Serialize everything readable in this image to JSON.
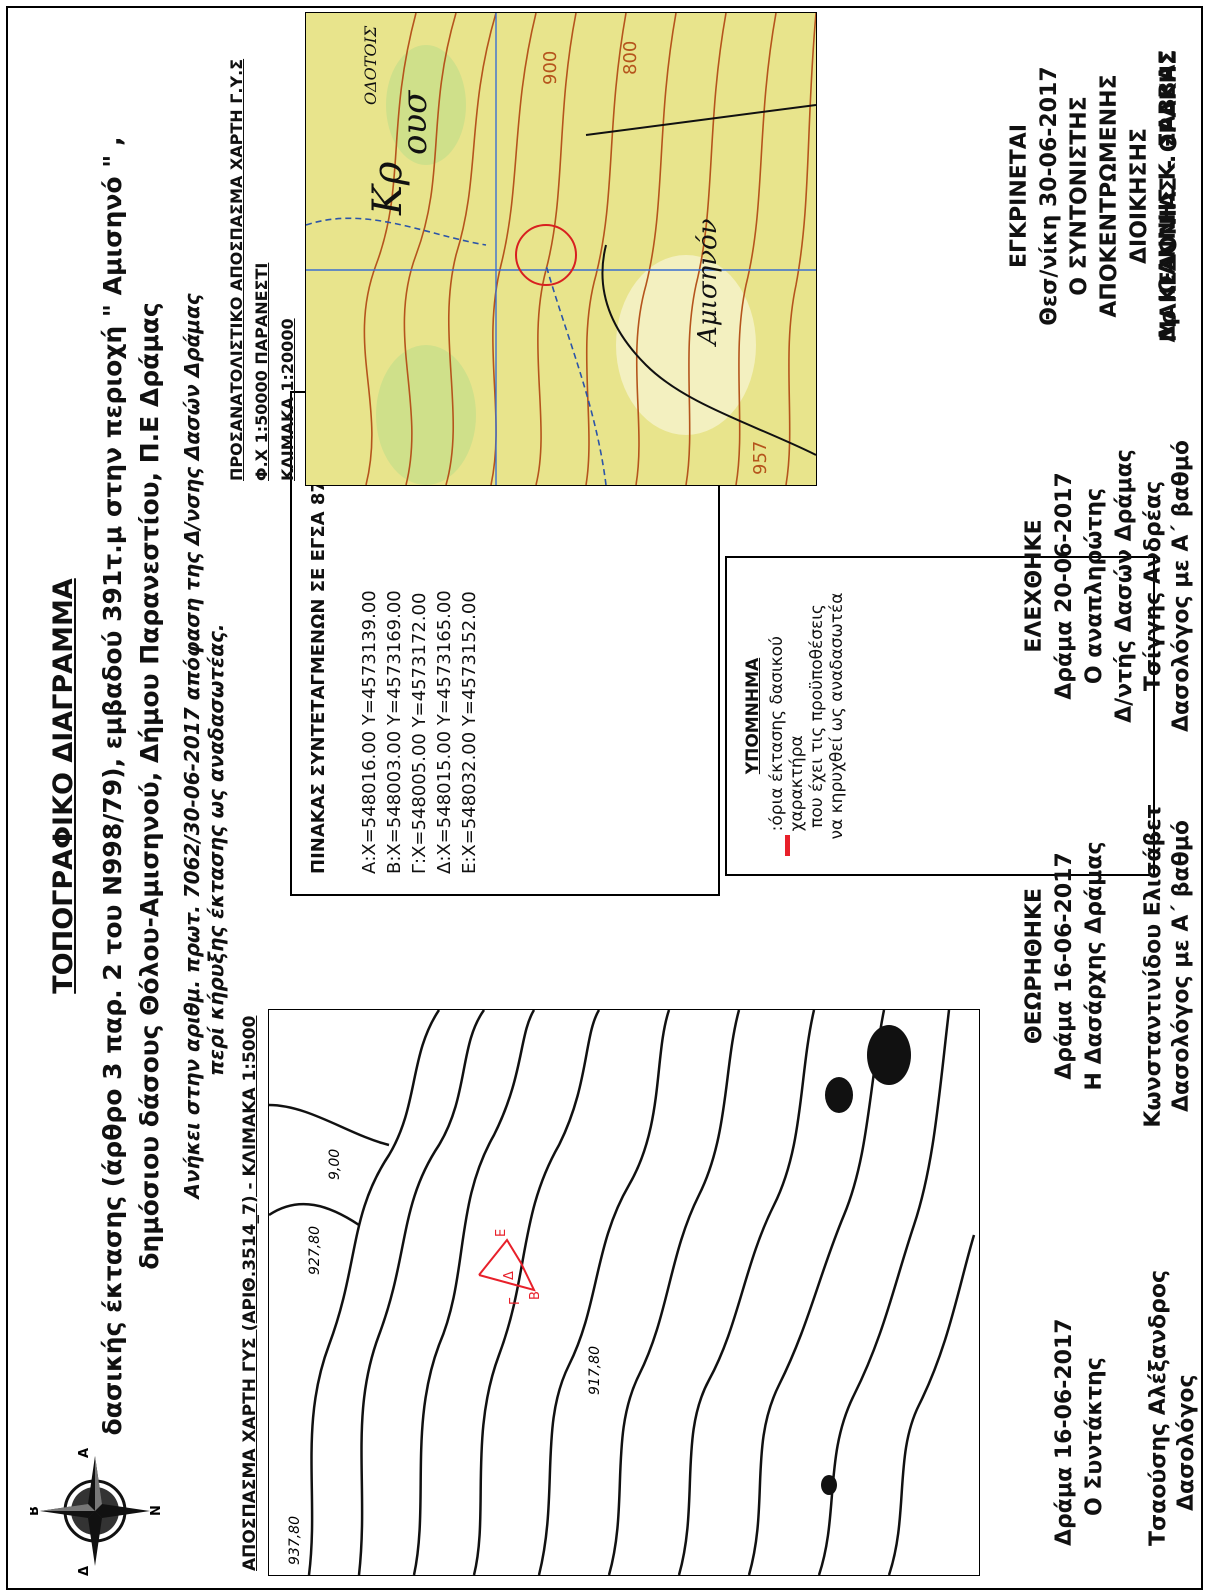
{
  "header": {
    "title": "ΤΟΠΟΓΡΑΦΙΚΟ ΔΙΑΓΡΑΜΜΑ",
    "line1": "δασικής έκτασης  (άρθρο 3 παρ. 2 του Ν998/79),  εμβαδού 391τ.μ στην περιοχή \" Αμισηνό \" ,",
    "line2": "δημόσιου δάσους Θόλου-Αμισηνού, Δήμου Παρανεστίου, Π.Ε Δράμας",
    "note1": "Ανήκει στην αριθμ. πρωτ. 7062/30-06-2017 απόφαση της Δ/νσης Δασών Δράμας",
    "note2": "περί κήρυξης έκτασης ως αναδασωτέας."
  },
  "compass": {
    "n": "Β",
    "e": "Α",
    "s": "Ν",
    "w": "Δ"
  },
  "left_map": {
    "caption": "ΑΠΟΣΠΑΣΜΑ ΧΑΡΤΗ ΓΥΣ  (ΑΡΙΘ.3514_7) - ΚΛΙΜΑΚΑ  1:5000",
    "labels": [
      "937,80",
      "927,80",
      "9,00",
      "917,80"
    ],
    "points": [
      "Β",
      "Γ",
      "Δ",
      "Ε"
    ]
  },
  "coords_table": {
    "title": "ΠΙΝΑΚΑΣ ΣΥΝΤΕΤΑΓΜΕΝΩΝ ΣΕ ΕΓΣΑ 87",
    "rows": [
      "Α:Χ=548016.00  Υ=4573139.00",
      "Β:Χ=548003.00  Υ=4573169.00",
      "Γ:Χ=548005.00  Υ=4573172.00",
      "Δ:Χ=548015.00  Υ=4573165.00",
      "Ε:Χ=548032.00  Υ=4573152.00"
    ]
  },
  "legend": {
    "title": "ΥΠΟΜΝΗΜΑ",
    "line1": ":όρια έκτασης δασικού χαρακτήρα",
    "line2": "που έχει τις προϋποθέσεις",
    "line3": "να κηρυχθεί ως αναδασωτέα",
    "color": "#e8202a"
  },
  "right_map": {
    "caption1": "ΠΡΟΣΑΝΑΤΟΛΙΣΤΙΚΟ ΑΠΟΣΠΑΣΜΑ ΧΑΡΤΗ Γ.Υ.Σ",
    "caption2": "Φ.Χ 1:50000 ΠΑΡΑΝΕΣΤΙ",
    "caption3": "ΚΛΙΜΑΚΑ 1:20000",
    "labels": [
      "Κρ",
      "ουσ",
      "ΟΔΟΤΟΙΣ",
      "Αμισηνόν",
      "957",
      "900",
      "800"
    ]
  },
  "signatures": {
    "s1_a": "Δράμα    16-06-2017",
    "s1_b": "Ο Συντάκτης",
    "s1_c": "Τσαούσης Αλέξανδρος",
    "s1_d": "Δασολόγος",
    "s2_head": "ΘΕΩΡΗΘΗΚΕ",
    "s2_a": "Δράμα    16-06-2017",
    "s2_b": "Η Δασάρχης Δράμας",
    "s2_c": "Κωνσταντινίδου Ελισάβετ",
    "s2_d": "Δασολόγος με Α΄ βαθμό",
    "s3_head": "ΕΛΕΧΘΗΚΕ",
    "s3_a": "Δράμα  20-06-2017",
    "s3_b": "Ο αναπληρώτης",
    "s3_c": "Δ/ντής Δασών Δράμας",
    "s3_d": "Τσίγγης Ανδρέας",
    "s3_e": "Δασολόγος με Α΄ βαθμό",
    "s4_head": "ΕΓΚΡΙΝΕΤΑΙ",
    "s4_a": "Θεσ/νίκη  30-06-2017",
    "s4_b": "Ο ΣΥΝΤΟΝΙΣΤΗΣ",
    "s4_c": "ΑΠΟΚΕΝΤΡΩΜΕΝΗΣ ΔΙΟΙΚΗΣΗΣ",
    "s4_d": "ΜΑΚΕΔΟΝΙΑΣ - ΘΡΑΚΗΣ",
    "s4_e": "Δρ ΙΩΑΝΝΗΣ Κ. ΣΑΒΒΑΣ"
  }
}
